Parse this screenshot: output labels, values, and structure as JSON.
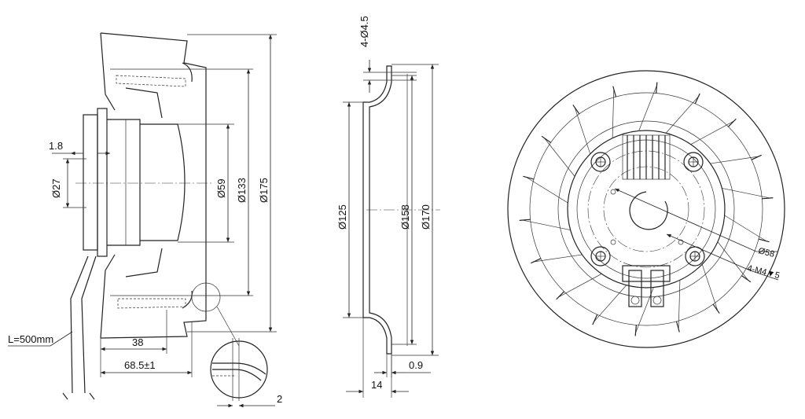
{
  "dimensions": {
    "d1_8": "1.8",
    "d27": "Ø27",
    "d59": "Ø59",
    "d133": "Ø133",
    "d175": "Ø175",
    "d38": "38",
    "d68": "68.5±1",
    "d2": "2",
    "cable": "L=500mm",
    "holes": "4-Ø4.5",
    "d125": "Ø125",
    "d158": "Ø158",
    "d170": "Ø170",
    "d0_9": "0.9",
    "d14": "14",
    "d58": "Ø58",
    "m4": "4-M4▼5"
  },
  "colors": {
    "line": "#222222",
    "background": "#ffffff"
  }
}
